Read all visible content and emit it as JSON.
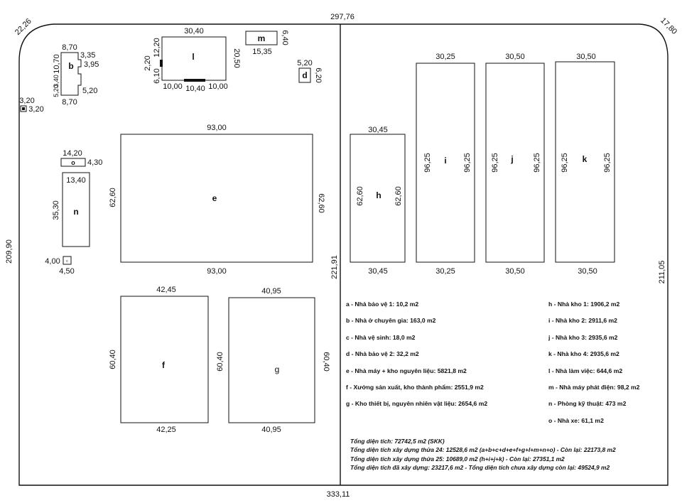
{
  "plot": {
    "top_dim": "297,76",
    "bottom_dim": "333,11",
    "left_dim": "209,90",
    "right_dim": "211,05",
    "corner_top_left": "22,26",
    "corner_top_right": "17,80",
    "divider_dim": "221,91"
  },
  "buildings": {
    "a": {
      "label": "a",
      "w": "3,20",
      "h": "3,20"
    },
    "b": {
      "label": "b",
      "top": "8,70",
      "bottom": "8,70",
      "left": "10,70",
      "r1": "3,35",
      "r2": "3,95",
      "r3": "5,20",
      "l2": "3,40",
      "l3": "5,20"
    },
    "c": {
      "label": "c",
      "w": "4,50",
      "h": "4,00"
    },
    "d": {
      "label": "d",
      "w": "5,20",
      "h": "6,20"
    },
    "e": {
      "label": "e",
      "top": "93,00",
      "bottom": "93,00",
      "left": "62,60",
      "right": "62,60"
    },
    "f": {
      "label": "f",
      "top": "42,45",
      "bottom": "42,25",
      "left": "60,40"
    },
    "g": {
      "label": "g",
      "top": "40,95",
      "bottom": "40,95",
      "left": "60,40",
      "right": "60,40"
    },
    "h": {
      "label": "h",
      "top": "30,45",
      "bottom": "30,45",
      "left": "62,60",
      "right": "62,60"
    },
    "i": {
      "label": "i",
      "top": "30,25",
      "bottom": "30,25",
      "left": "96,25",
      "right": "96,25"
    },
    "j": {
      "label": "j",
      "top": "30,50",
      "bottom": "30,50",
      "left": "96,25",
      "right": "96,25"
    },
    "k": {
      "label": "k",
      "top": "30,50",
      "bottom": "30,50",
      "left": "96,25",
      "right": "96,25"
    },
    "l": {
      "label": "l",
      "top": "30,40",
      "right": "20,50",
      "left_a": "12,20",
      "left_b": "2,20",
      "left_c": "6,10",
      "bottom_a": "10,00",
      "bottom_b": "10,40",
      "bottom_c": "10,00"
    },
    "m": {
      "label": "m",
      "w": "15,35",
      "h": "6,40"
    },
    "n": {
      "label": "n",
      "w": "13,40",
      "h": "35,30"
    },
    "o": {
      "label": "o",
      "w": "14,20",
      "h": "4,30"
    }
  },
  "legend_left": [
    "a - Nhà bảo vệ 1: 10,2 m2",
    "b - Nhà ở chuyên gia: 163,0 m2",
    "c - Nhà vệ sinh: 18,0 m2",
    "d - Nhà bảo vệ 2: 32,2 m2",
    "e - Nhà máy + kho nguyên liệu: 5821,8 m2",
    "f - Xưởng sản xuất, kho thành phẩm: 2551,9 m2",
    "g - Kho thiết bị, nguyên nhiên vật liệu: 2654,6 m2"
  ],
  "legend_right": [
    "h - Nhà kho 1: 1906,2 m2",
    "i - Nhà kho 2: 2911,6 m2",
    "j - Nhà kho 3: 2935,6 m2",
    "k - Nhà kho 4: 2935,6 m2",
    "l - Nhà làm việc: 644,6 m2",
    "m - Nhà máy phát điện: 98,2 m2",
    "n - Phòng kỹ thuật: 473 m2",
    "o - Nhà xe: 61,1 m2"
  ],
  "summary": [
    "Tổng diện tích: 72742,5 m2 (SKK)",
    "Tổng diện tích xây dựng thửa 24: 12528,6 m2 (a+b+c+d+e+f+g+l+m+n+o) - Còn lại: 22173,8 m2",
    "Tổng diện tích xây dựng thửa 25: 10689,0 m2 (h+i+j+k) - Còn lại: 27351,1 m2",
    "Tổng diện tích đã xây dựng: 23217,6 m2 - Tổng diện tích chưa xây dựng còn lại: 49524,9 m2"
  ]
}
